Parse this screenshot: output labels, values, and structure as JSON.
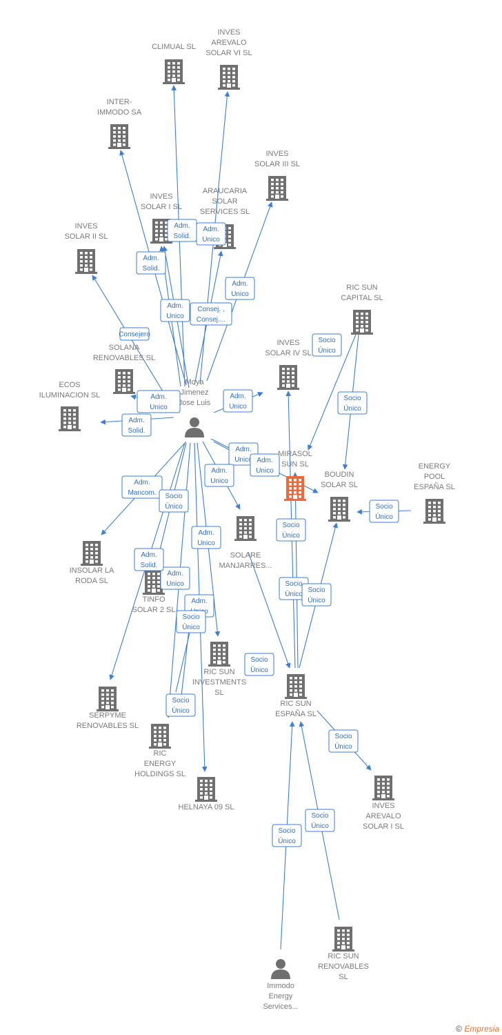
{
  "colors": {
    "edge": "#3a7fd5",
    "building": "#6f6f6f",
    "focus": "#ef6a3b",
    "person": "#6f6f6f"
  },
  "nodes": [
    {
      "id": "climual",
      "type": "building",
      "label": [
        "CLIMUAL SL"
      ]
    },
    {
      "id": "arevalo6",
      "type": "building",
      "label": [
        "INVES",
        "AREVALO",
        "SOLAR VI SL"
      ]
    },
    {
      "id": "intermmodo",
      "type": "building",
      "label": [
        "INTER-",
        "IMMODO SA"
      ]
    },
    {
      "id": "solar3",
      "type": "building",
      "label": [
        "INVES",
        "SOLAR III SL"
      ]
    },
    {
      "id": "solar1",
      "type": "building",
      "label": [
        "INVES",
        "SOLAR I SL"
      ]
    },
    {
      "id": "araucaria",
      "type": "building",
      "label": [
        "ARAUCARIA",
        "SOLAR",
        "SERVICES SL"
      ]
    },
    {
      "id": "solar2",
      "type": "building",
      "label": [
        "INVES",
        "SOLAR II SL"
      ]
    },
    {
      "id": "ricsuncap",
      "type": "building",
      "label": [
        "RIC SUN",
        "CAPITAL  SL"
      ]
    },
    {
      "id": "solar4",
      "type": "building",
      "label": [
        "INVES",
        "SOLAR IV SL"
      ]
    },
    {
      "id": "solana",
      "type": "building",
      "label": [
        "SOLANA",
        "RENOVABLES SL"
      ]
    },
    {
      "id": "ecos",
      "type": "building",
      "label": [
        "ECOS",
        "ILUMINACION SL"
      ]
    },
    {
      "id": "moya",
      "type": "person",
      "label": [
        "Moya",
        "Jimenez",
        "Jose Luis"
      ]
    },
    {
      "id": "mirasol",
      "type": "focus",
      "label": [
        "MIRASOL",
        "SUN  SL"
      ]
    },
    {
      "id": "boudin",
      "type": "building",
      "label": [
        "BOUDIN",
        "SOLAR SL"
      ]
    },
    {
      "id": "energypool",
      "type": "building",
      "label": [
        "ENERGY",
        "POOL",
        "ESPAÑA  SL"
      ]
    },
    {
      "id": "insolar",
      "type": "building",
      "label": [
        "INSOLAR LA",
        "RODA  SL"
      ]
    },
    {
      "id": "solaremanj",
      "type": "building",
      "label": [
        "SOLARE",
        "MANJARRES..."
      ]
    },
    {
      "id": "tinfo",
      "type": "building",
      "label": [
        "TINFO",
        "SOLAR 2 SL"
      ]
    },
    {
      "id": "ricsuninv",
      "type": "building",
      "label": [
        "RIC SUN",
        "INVESTMENTS",
        "SL"
      ]
    },
    {
      "id": "ricsunesp",
      "type": "building",
      "label": [
        "RIC SUN",
        "ESPAÑA  SL"
      ]
    },
    {
      "id": "serpyme",
      "type": "building",
      "label": [
        "SERPYME",
        "RENOVABLES SL"
      ]
    },
    {
      "id": "ricenergy",
      "type": "building",
      "label": [
        "RIC",
        "ENERGY",
        "HOLDINGS  SL"
      ]
    },
    {
      "id": "helnaya",
      "type": "building",
      "label": [
        "HELNAYA 09 SL"
      ]
    },
    {
      "id": "arevalo1",
      "type": "building",
      "label": [
        "INVES",
        "AREVALO",
        "SOLAR I  SL"
      ]
    },
    {
      "id": "ricsunren",
      "type": "building",
      "label": [
        "RIC SUN",
        "RENOVABLES",
        "SL"
      ]
    },
    {
      "id": "immodo",
      "type": "person",
      "label": [
        "Immodo",
        "Energy",
        "Services..."
      ]
    }
  ],
  "edges": [
    {
      "label": [
        "Adm.",
        "Solid."
      ]
    },
    {
      "label": [
        "Adm.",
        "Solid."
      ]
    },
    {
      "label": [
        "Adm.",
        "Solid."
      ]
    },
    {
      "label": [
        "Adm.",
        "Unico"
      ]
    },
    {
      "label": [
        "Consej. ,",
        "Consej...."
      ]
    },
    {
      "label": [
        "Adm.",
        "Unico"
      ]
    },
    {
      "label": [
        "Adm.",
        "Unico"
      ]
    },
    {
      "label": [
        "Consejero"
      ]
    },
    {
      "label": [
        "Adm.",
        "Solid."
      ]
    },
    {
      "label": [
        "Adm.",
        "Unico"
      ]
    },
    {
      "label": [
        "Adm.",
        "Unico"
      ]
    },
    {
      "label": [
        "Adm.",
        "Unico"
      ]
    },
    {
      "label": [
        "Adm.",
        "Unico"
      ]
    },
    {
      "label": [
        "Adm.",
        "Mancom."
      ]
    },
    {
      "label": [
        "Socio",
        "Único"
      ]
    },
    {
      "label": [
        "Adm.",
        "Unico"
      ]
    },
    {
      "label": [
        "Adm.",
        "Unico"
      ]
    },
    {
      "label": [
        "Adm.",
        "Solid."
      ]
    },
    {
      "label": [
        "Adm.",
        "Unico"
      ]
    },
    {
      "label": [
        "Adm.",
        "Unico"
      ]
    },
    {
      "label": [
        "Socio",
        "Único"
      ]
    },
    {
      "label": [
        "Socio",
        "Único"
      ]
    },
    {
      "label": [
        "Socio",
        "Único"
      ]
    },
    {
      "label": [
        "Socio",
        "Único"
      ]
    },
    {
      "label": [
        "Socio",
        "Único"
      ]
    },
    {
      "label": [
        "Socio",
        "Único"
      ]
    },
    {
      "label": [
        "Socio",
        "Único"
      ]
    },
    {
      "label": [
        "Socio",
        "Único"
      ]
    },
    {
      "label": [
        "Socio",
        "Único"
      ]
    },
    {
      "label": [
        "Socio",
        "Único"
      ]
    },
    {
      "label": [
        "Socio",
        "Único"
      ]
    },
    {
      "label": [
        "Socio",
        "Único"
      ]
    }
  ],
  "footer": {
    "copyright": "©",
    "brand": "Empresia"
  }
}
